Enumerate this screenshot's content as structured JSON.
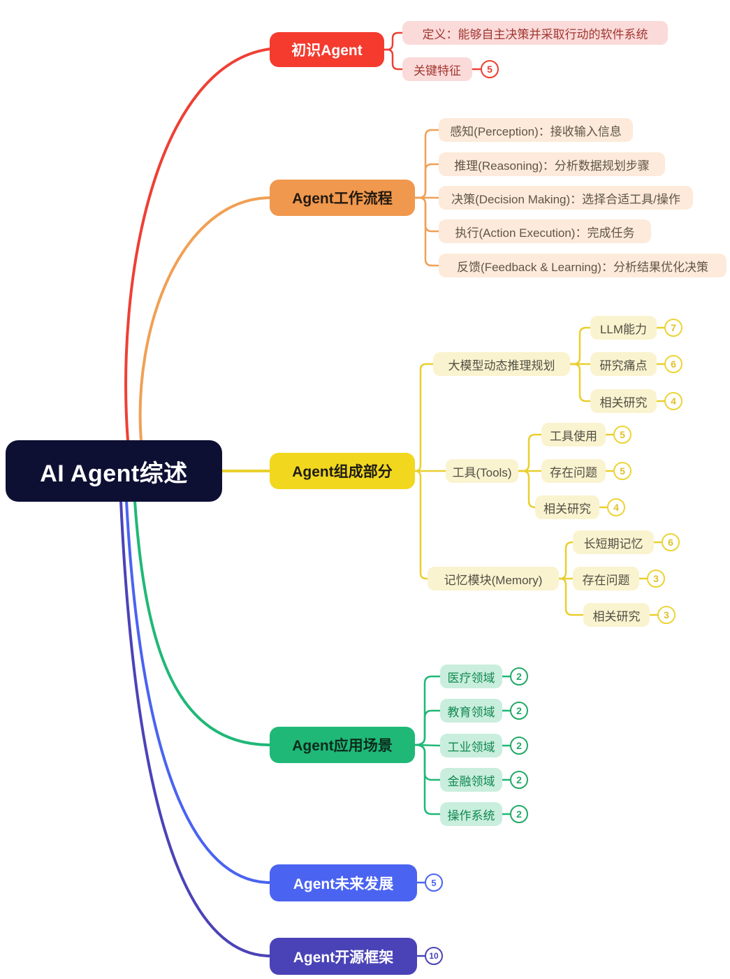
{
  "root": {
    "label": "AI Agent综述"
  },
  "branches": {
    "intro": {
      "label": "初识Agent",
      "children": [
        {
          "label": "定义：能够自主决策并采取行动的软件系统"
        },
        {
          "label": "关键特征",
          "badge": "5"
        }
      ]
    },
    "workflow": {
      "label": "Agent工作流程",
      "children": [
        {
          "label": "感知(Perception)：接收输入信息"
        },
        {
          "label": "推理(Reasoning)：分析数据规划步骤"
        },
        {
          "label": "决策(Decision Making)：选择合适工具/操作"
        },
        {
          "label": "执行(Action Execution)：完成任务"
        },
        {
          "label": "反馈(Feedback & Learning)：分析结果优化决策"
        }
      ]
    },
    "components": {
      "label": "Agent组成部分",
      "children": [
        {
          "label": "大模型动态推理规划",
          "children": [
            {
              "label": "LLM能力",
              "badge": "7"
            },
            {
              "label": "研究痛点",
              "badge": "6"
            },
            {
              "label": "相关研究",
              "badge": "4"
            }
          ]
        },
        {
          "label": "工具(Tools)",
          "children": [
            {
              "label": "工具使用",
              "badge": "5"
            },
            {
              "label": "存在问题",
              "badge": "5"
            },
            {
              "label": "相关研究",
              "badge": "4"
            }
          ]
        },
        {
          "label": "记忆模块(Memory)",
          "children": [
            {
              "label": "长短期记忆",
              "badge": "6"
            },
            {
              "label": "存在问题",
              "badge": "3"
            },
            {
              "label": "相关研究",
              "badge": "3"
            }
          ]
        }
      ]
    },
    "applications": {
      "label": "Agent应用场景",
      "children": [
        {
          "label": "医疗领域",
          "badge": "2"
        },
        {
          "label": "教育领域",
          "badge": "2"
        },
        {
          "label": "工业领域",
          "badge": "2"
        },
        {
          "label": "金融领域",
          "badge": "2"
        },
        {
          "label": "操作系统",
          "badge": "2"
        }
      ]
    },
    "future": {
      "label": "Agent未来发展",
      "badge": "5"
    },
    "frameworks": {
      "label": "Agent开源框架",
      "badge": "10"
    }
  },
  "colors": {
    "root_bg": "#0d1033",
    "red": "#f43b2e",
    "red_child_bg": "#fbdada",
    "red_child_text": "#a03830",
    "orange": "#f0984e",
    "orange_child_bg": "#fdeada",
    "orange_child_text": "#5f5547",
    "yellow": "#f2d71f",
    "yellow_line": "#e9cf2e",
    "yellow_child_bg": "#faf3cf",
    "yellow_child_text": "#504e44",
    "green": "#1fb877",
    "green_child_bg": "#c9eedd",
    "green_child_text": "#11884f",
    "blue": "#4a63f0",
    "indigo": "#4a43b7"
  }
}
